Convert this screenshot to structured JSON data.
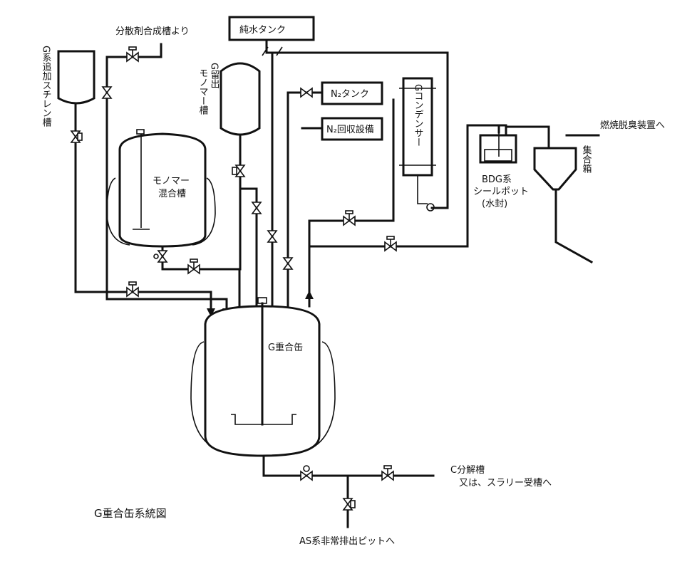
{
  "labels": {
    "dispersant_source": "分散剤合成槽より",
    "pure_water_tank": "純水タンク",
    "g_styrene_tank": "G系追加スチレン槽",
    "g_distill_label_top": "G留出",
    "g_distill_label_bottom": "モノマー槽",
    "n2_tank": "N₂タンク",
    "n2_recovery": "N₂回収設備",
    "g_condenser": "Gコンデンサー",
    "monomer_mixing_line1": "モノマー",
    "monomer_mixing_line2": "混合槽",
    "bdg_seal_line1": "BDG系",
    "bdg_seal_line2": "シールポット",
    "bdg_seal_line3": "(水封)",
    "collection_box": "集合箱",
    "to_incinerator": "燃焼脱臭装置へ",
    "g_reactor": "G重合缶",
    "c_decomp_line1": "C分解槽",
    "c_decomp_line2": "又は、スラリー受槽へ",
    "as_emergency": "AS系非常排出ピットへ",
    "diagram_title": "G重合缶系統図"
  }
}
